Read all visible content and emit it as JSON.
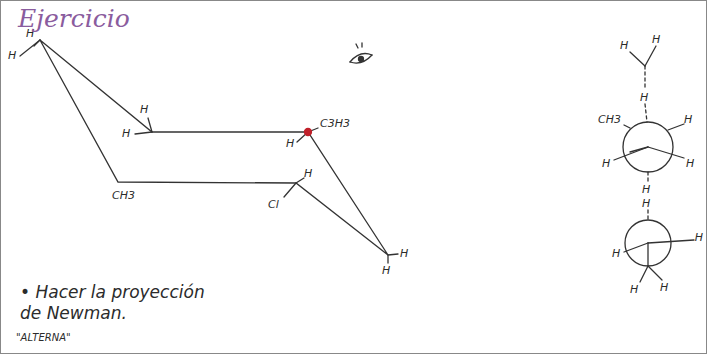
{
  "diagram": {
    "title": "Ejercicio",
    "labels": [
      "H",
      "H",
      "H",
      "H",
      "C3H3",
      "H",
      "CH3",
      "H",
      "Cl",
      "H",
      "H",
      "• Hacer la proyección de Newman.",
      "\"ALTERNA\"",
      "H",
      "H",
      "H",
      "CH3",
      "H",
      "H",
      "H",
      "H",
      "H",
      "H",
      "H",
      "H",
      "H"
    ]
  }
}
